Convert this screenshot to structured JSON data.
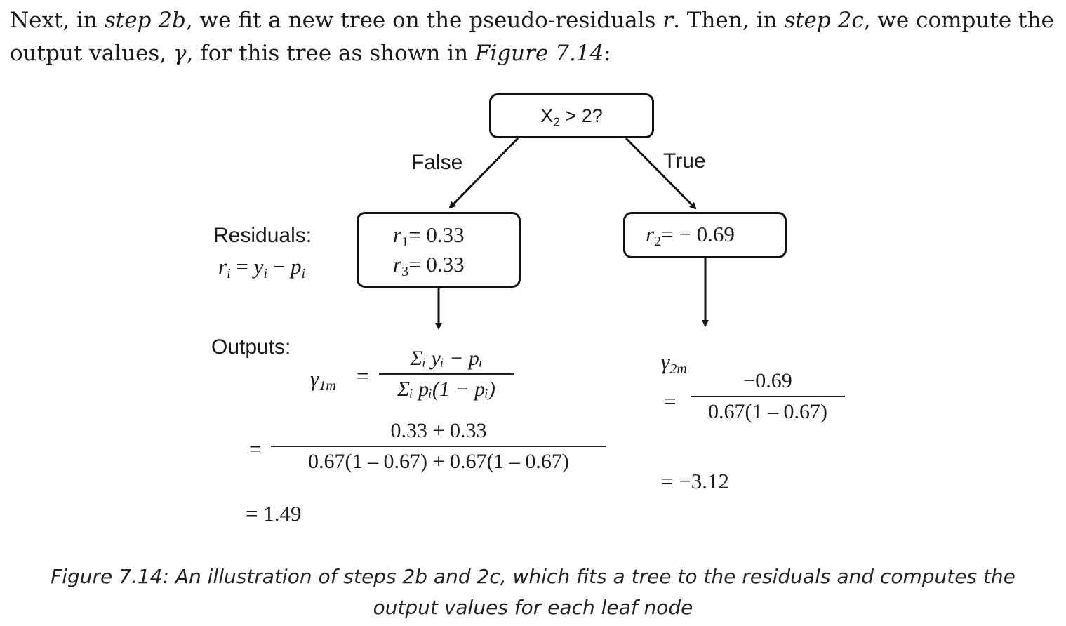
{
  "paragraph": {
    "p1": "Next, in ",
    "step2b": "step 2b",
    "p2": ", we fit a new tree on the pseudo-residuals ",
    "r_symbol": "r",
    "p3": ". Then, in ",
    "step2c": "step 2c",
    "p4": ", we compute the output values, ",
    "gamma_symbol": "γ",
    "p5": ", for this tree as shown in ",
    "figure_ref": "Figure 7.14",
    "p6": ":"
  },
  "diagram": {
    "root": {
      "text_prefix": "X",
      "text_sub": "2",
      "text_suffix": " > 2?"
    },
    "edge_false_label": "False",
    "edge_true_label": "True",
    "residuals_label": "Residuals:",
    "residuals_formula": {
      "r": "r",
      "sub": "i",
      "eq": " = ",
      "y": "y",
      "ysub": "i",
      "minus": " − ",
      "p": "p",
      "psub": "i"
    },
    "left_leaf": {
      "line1": {
        "r": "r",
        "sub": "1",
        "value": "= 0.33"
      },
      "line2": {
        "r": "r",
        "sub": "3",
        "value": "= 0.33"
      }
    },
    "right_leaf": {
      "r": "r",
      "sub": "2",
      "value": "= − 0.69"
    },
    "outputs_label": "Outputs:",
    "left_output": {
      "gamma": "γ",
      "gamma_sub": "1m",
      "eq": "=",
      "general_num": "Σᵢ yᵢ − pᵢ",
      "general_den": "Σᵢ pᵢ(1 − pᵢ)",
      "eq2": "=",
      "num": "0.33 + 0.33",
      "den": "0.67(1 – 0.67) + 0.67(1 – 0.67)",
      "result": "= 1.49"
    },
    "right_output": {
      "gamma": "γ",
      "gamma_sub": "2m",
      "eq": "=",
      "num": "−0.69",
      "den": "0.67(1 – 0.67)",
      "result": "= −3.12"
    }
  },
  "caption": {
    "line1": "Figure 7.14: An illustration of steps 2b and 2c, which fits a tree to the residuals and computes the",
    "line2": "output values for each leaf node"
  }
}
